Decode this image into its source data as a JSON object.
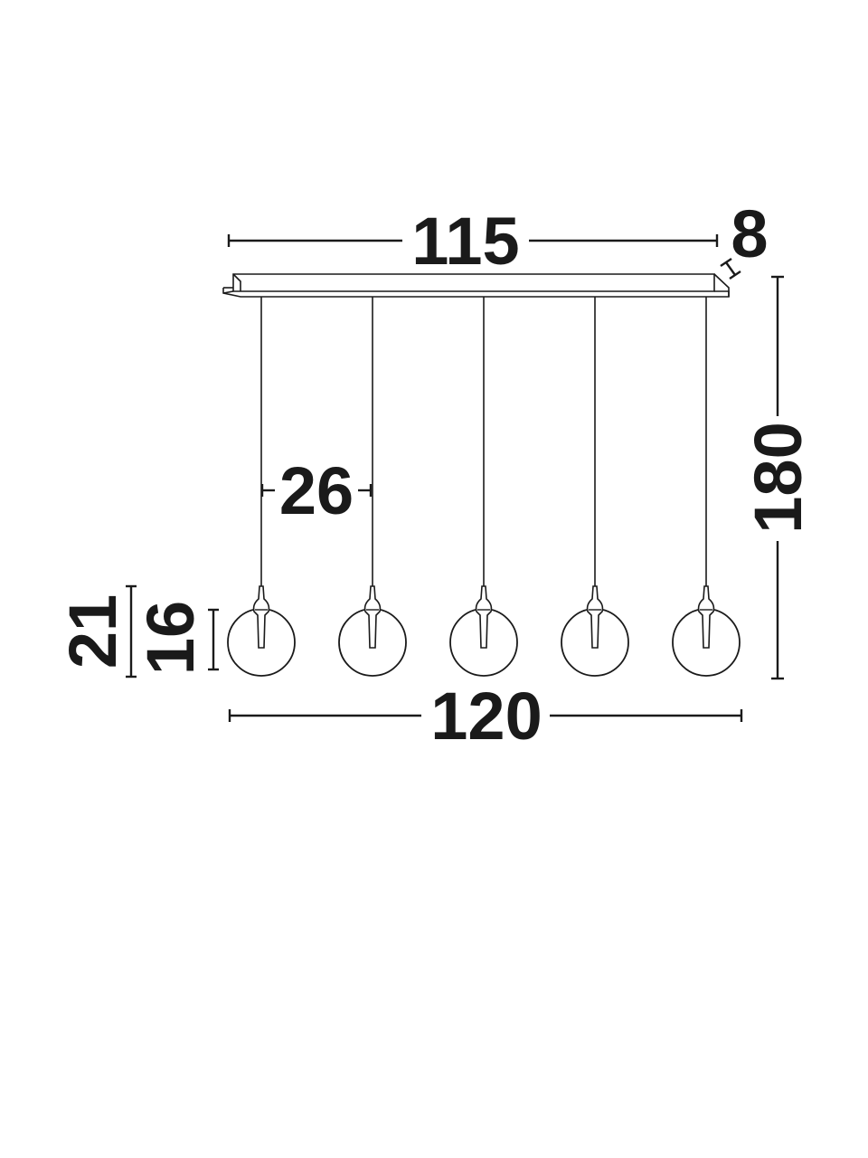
{
  "dimensions": {
    "canopy_length": "115",
    "canopy_depth": "8",
    "spacing": "26",
    "total_height": "180",
    "fixture_height": "21",
    "globe_diameter": "16",
    "total_width": "120"
  },
  "pendant_count": 5,
  "colors": {
    "line": "#1a1a1a",
    "background": "#ffffff"
  }
}
